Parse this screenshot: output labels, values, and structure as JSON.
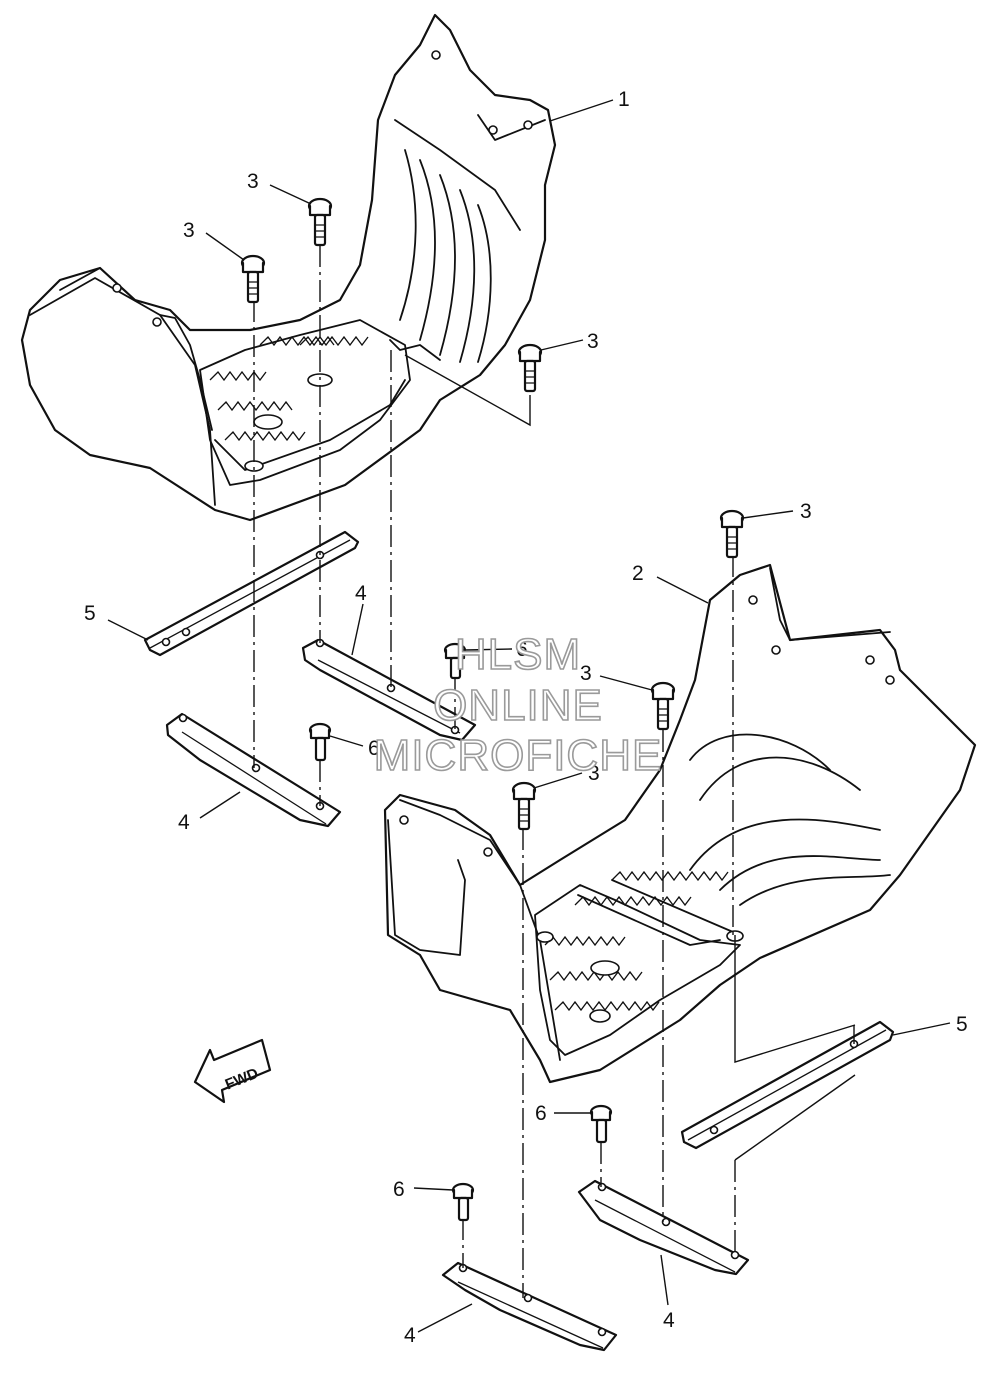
{
  "diagram": {
    "callouts": {
      "guard_top": "1",
      "guard_bottom": "2",
      "bolt": "3",
      "bracket": "4",
      "plate": "5",
      "small_bolt": "6"
    },
    "fwd_label": "FWD",
    "watermark": {
      "line1": "HLSM",
      "line2": "ONLINE",
      "line3": "MICROFICHE"
    }
  }
}
